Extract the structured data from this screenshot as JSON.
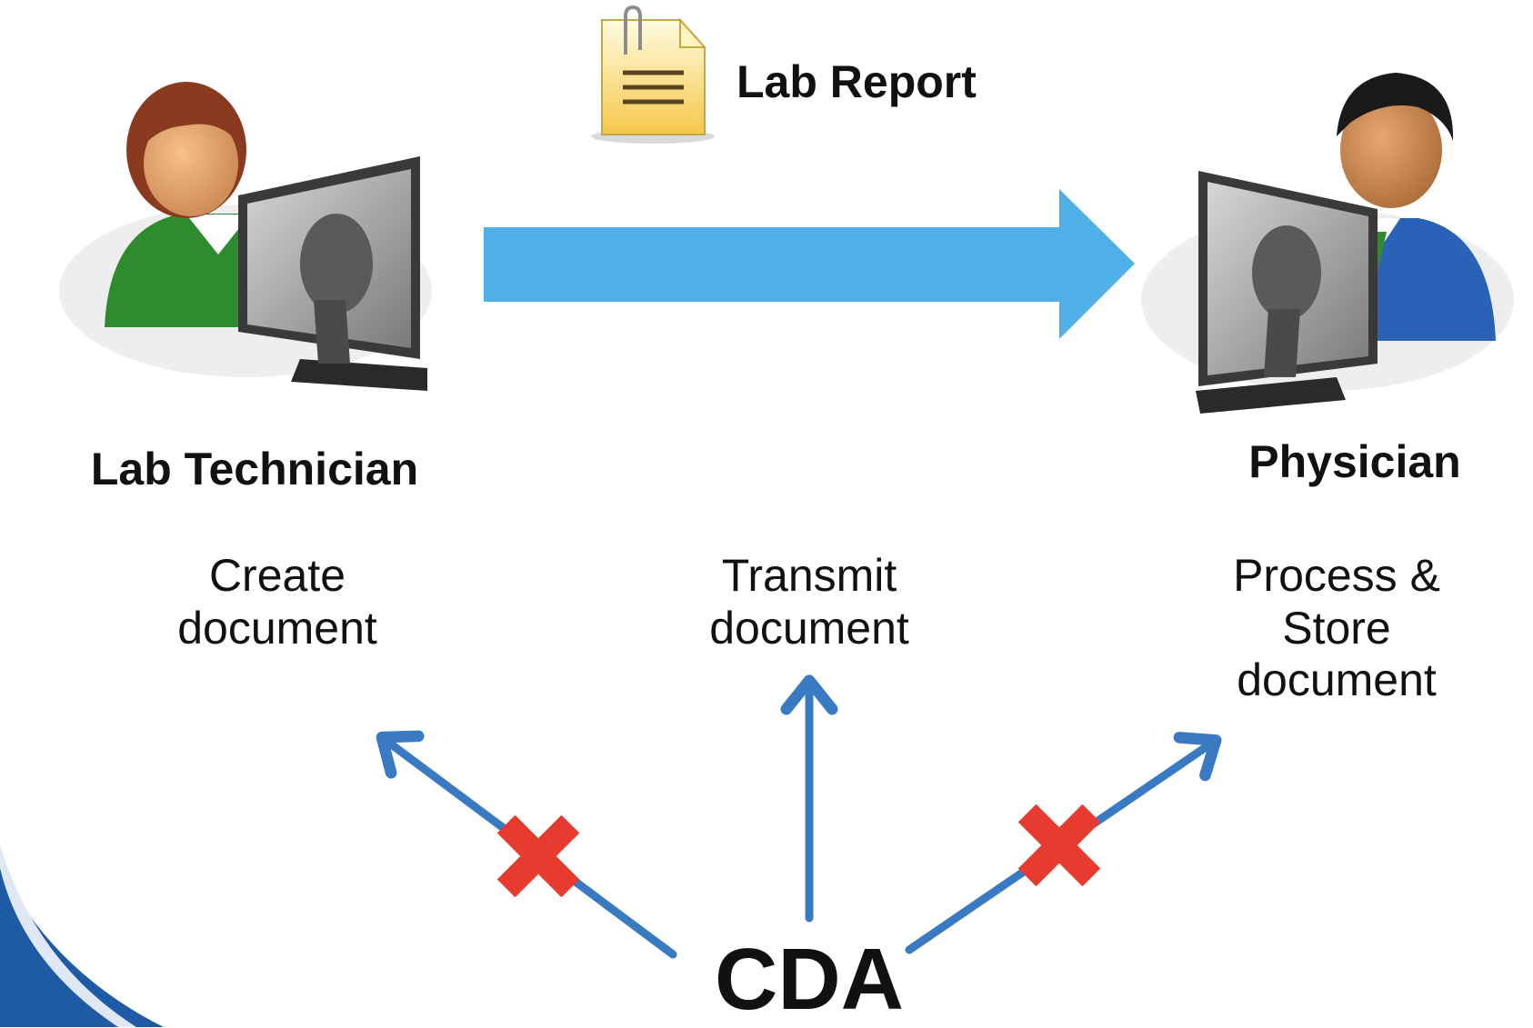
{
  "header": {
    "document_label": "Lab Report"
  },
  "actors": {
    "sender": {
      "label": "Lab Technician",
      "icon": "lab-technician-icon",
      "shirt_color": "#2e8b2e"
    },
    "receiver": {
      "label": "Physician",
      "icon": "physician-icon",
      "shirt_color": "#2a62b8"
    }
  },
  "steps": {
    "create": "Create\ndocument",
    "transmit": "Transmit\ndocument",
    "process": "Process &\nStore\ndocument"
  },
  "standard": {
    "label": "CDA"
  },
  "colors": {
    "flow_arrow": "#4fb0e8",
    "scope_arrow": "#3a7ac2",
    "cross_mark": "#e63b2e",
    "corner_swoosh": "#1f5aa6"
  }
}
